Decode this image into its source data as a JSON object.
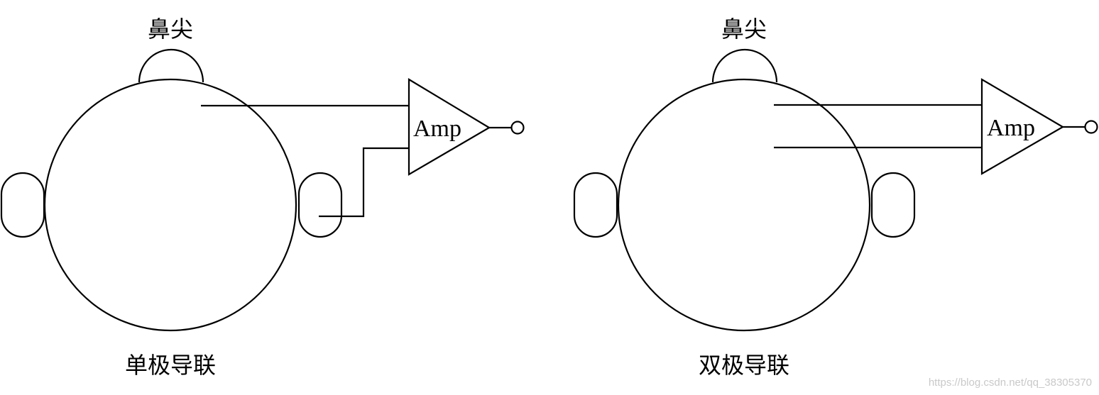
{
  "left": {
    "nose_label": "鼻尖",
    "amp_label": "Amp",
    "caption": "单极导联"
  },
  "right": {
    "nose_label": "鼻尖",
    "amp_label": "Amp",
    "caption": "双极导联"
  },
  "watermark": "https://blog.csdn.net/qq_38305370"
}
